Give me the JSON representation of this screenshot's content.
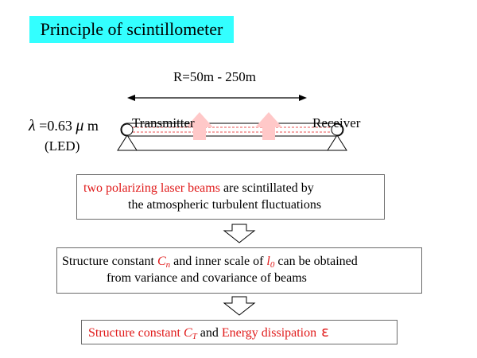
{
  "title": "Principle of scintillometer",
  "range": "R=50m - 250m",
  "transmitter": "Transmitter",
  "receiver": "Receiver",
  "wavelength": {
    "symbol": "λ",
    "value": "=0.63",
    "unit_symbol": "μ",
    "unit": "m",
    "source": "(LED)"
  },
  "box1": {
    "highlight": "two polarizing laser beams",
    "line1_rest": " are scintillated by",
    "line2": "the atmospheric turbulent fluctuations"
  },
  "box2": {
    "part1": "Structure constant ",
    "sym1": "C",
    "sub1": "n",
    "part2": " and inner scale of ",
    "sym2": "l",
    "sub2": "0",
    "part3": " can be obtained",
    "line2": "from variance and covariance of beams"
  },
  "box3": {
    "part1": "Structure constant ",
    "sym": "C",
    "sub": "T",
    "and": " and ",
    "part2": "Energy dissipation",
    "eps": "ε"
  },
  "colors": {
    "title_bg": "#33ffff",
    "highlight": "#e01a1a",
    "beam_arrow": "#ffc8c8",
    "beam_line": "#e85050"
  }
}
